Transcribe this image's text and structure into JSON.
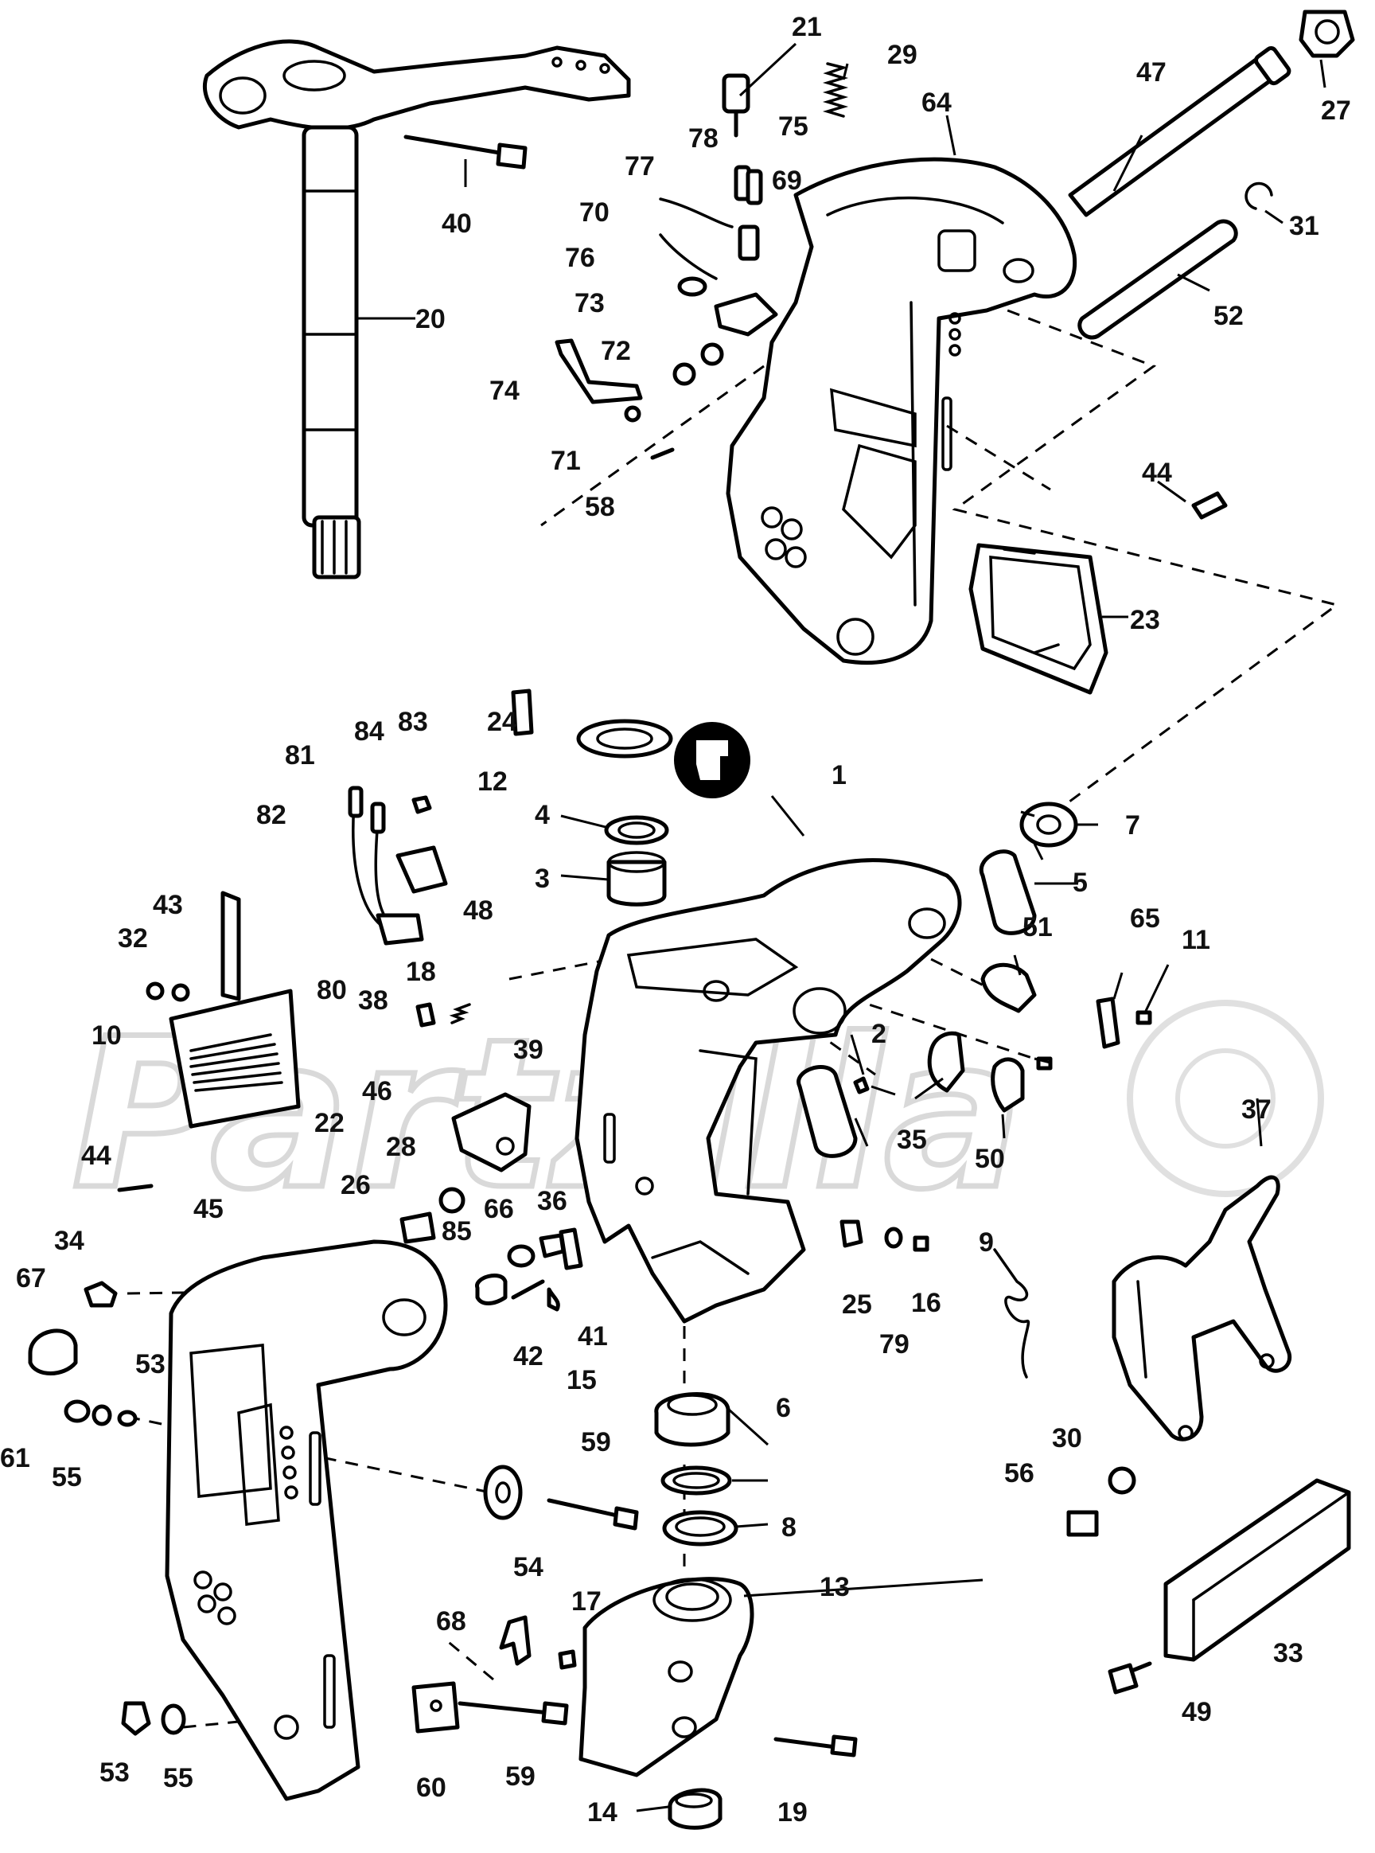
{
  "watermark": "Partzilla",
  "labels": [
    "1",
    "2",
    "3",
    "4",
    "5",
    "6",
    "7",
    "8",
    "9",
    "10",
    "11",
    "12",
    "13",
    "14",
    "15",
    "16",
    "17",
    "18",
    "19",
    "20",
    "21",
    "22",
    "23",
    "24",
    "25",
    "26",
    "27",
    "28",
    "29",
    "30",
    "31",
    "32",
    "33",
    "34",
    "35",
    "36",
    "37",
    "38",
    "39",
    "40",
    "41",
    "42",
    "43",
    "44",
    "45",
    "46",
    "47",
    "48",
    "49",
    "50",
    "51",
    "52",
    "53",
    "54",
    "55",
    "56",
    "58",
    "59",
    "60",
    "61",
    "64",
    "65",
    "66",
    "67",
    "68",
    "69",
    "70",
    "71",
    "72",
    "73",
    "74",
    "75",
    "76",
    "77",
    "78",
    "79",
    "80",
    "81",
    "82",
    "83",
    "84",
    "85"
  ]
}
